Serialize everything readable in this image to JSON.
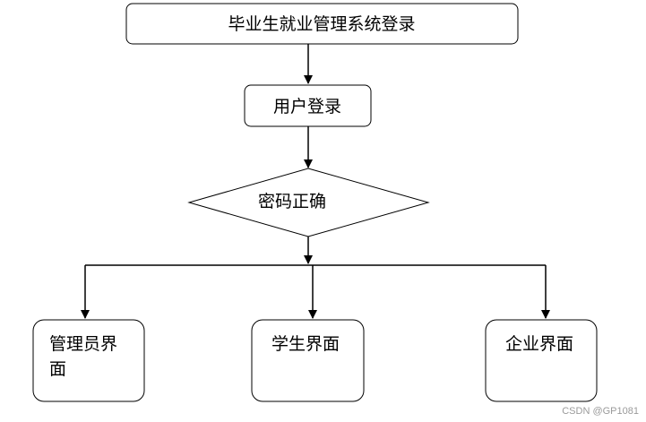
{
  "diagram": {
    "title_node": "毕业生就业管理系统登录",
    "login_node": "用户登录",
    "decision_node": "密码正确",
    "admin_node": {
      "line1": "管理员界",
      "line2": "面"
    },
    "student_node": "学生界面",
    "company_node": "企业界面"
  },
  "watermark": "CSDN @GP1081"
}
